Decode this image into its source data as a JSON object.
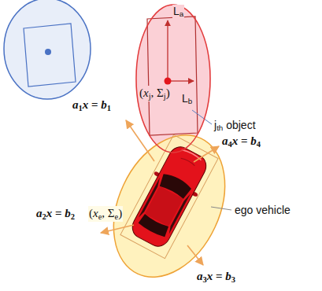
{
  "diagram": {
    "nodes": [
      {
        "text": [
          "(xj, Σj)"
        ]
      }
    ],
    "labels": [
      "La",
      "Lb",
      "jth object",
      "a1x = b1",
      "a4x = b4",
      "a2x = b2",
      "(xe, Σe)",
      "ego vehicle",
      "a3x = b3"
    ]
  }
}
